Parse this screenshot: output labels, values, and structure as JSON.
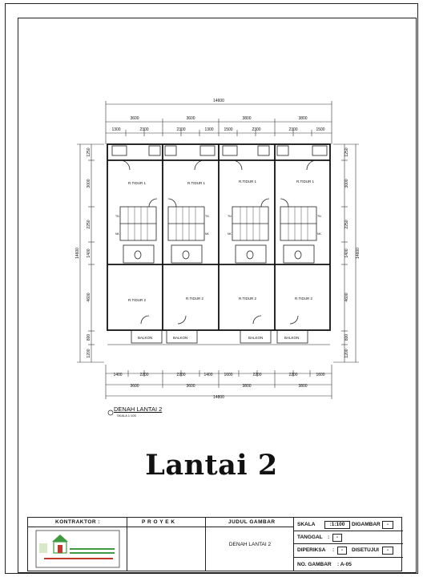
{
  "drawing": {
    "top_dims": {
      "overall": "14600",
      "units": [
        "3600",
        "3600",
        "3800",
        "3800"
      ],
      "sub": [
        "1300",
        "2300",
        "2300",
        "1300",
        "1500",
        "2300",
        "2300",
        "1500"
      ]
    },
    "bottom_dims": {
      "sub": [
        "1400",
        "2200",
        "2200",
        "1400",
        "1600",
        "2200",
        "2200",
        "1600"
      ],
      "units": [
        "3600",
        "3600",
        "3800",
        "3800"
      ],
      "overall": "14800"
    },
    "side_dims": {
      "overall": "14600",
      "segments": [
        "1250",
        "3000",
        "2250",
        "1400",
        "4600",
        "800",
        "1200"
      ]
    },
    "right_dims": {
      "overall": "14600"
    },
    "rooms": {
      "bedroom1": "R.TIDUR 1",
      "bedroom2": "R.TIDUR 2",
      "balcony": "BALKON",
      "stair_up": "TN",
      "stair_mark": "NK"
    },
    "caption": "DENAH LANTAI 2",
    "caption_sub": "SKALA 1:100"
  },
  "big_title": "Lantai 2",
  "title_block": {
    "contractor_label": "KONTRAKTOR :",
    "project_label": "P R O Y E K",
    "drawing_title_label": "JUDUL GAMBAR",
    "drawing_title_value": "DENAH LANTAI 2",
    "scale_label": "SKALA",
    "scale_value": ":1:100",
    "drawn_label": "DIGAMBAR",
    "drawn_value": "-",
    "date_label": "TANGGAL",
    "date_value": ":",
    "date_dash": "-",
    "checked_label": "DIPERIKSA",
    "checked_value": ":",
    "checked_dash": "-",
    "approved_label": "DISETUJUI",
    "approved_value": "-",
    "drawing_no_label": "NO. GAMBAR",
    "drawing_no_value": ": A-05"
  },
  "colors": {
    "line": "#222222",
    "logo_green": "#3f9b3f",
    "logo_red": "#c0392b"
  }
}
